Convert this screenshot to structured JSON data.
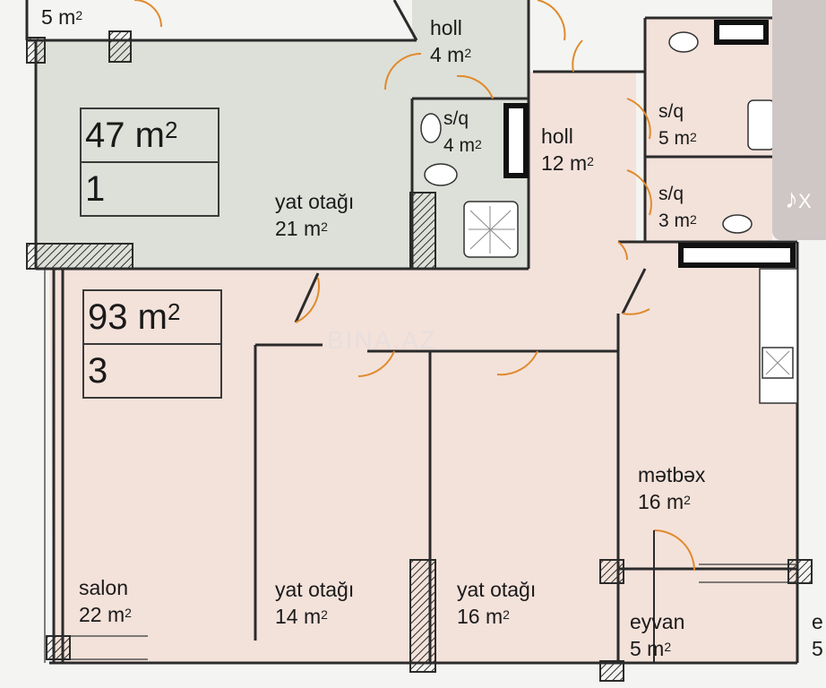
{
  "colors": {
    "apartment_1_fill": "#dde0d8",
    "apartment_3_fill": "#f3e2da",
    "wall": "#2b2b2b",
    "door_arc": "#e08a2c",
    "background": "#f4f4f2"
  },
  "apartments": [
    {
      "area": "47",
      "unit": "m",
      "exp": "2",
      "number": "1"
    },
    {
      "area": "93",
      "unit": "m",
      "exp": "2",
      "number": "3"
    }
  ],
  "rooms": [
    {
      "name": "",
      "area": "5 m",
      "exp": "2"
    },
    {
      "name": "holl",
      "area": "4 m",
      "exp": "2"
    },
    {
      "name": "s/q",
      "area": "4 m",
      "exp": "2"
    },
    {
      "name": "holl",
      "area": "12 m",
      "exp": "2"
    },
    {
      "name": "s/q",
      "area": "5 m",
      "exp": "2"
    },
    {
      "name": "s/q",
      "area": "3 m",
      "exp": "2"
    },
    {
      "name": "yat otağı",
      "area": "21 m",
      "exp": "2"
    },
    {
      "name": "mətbəx",
      "area": "16 m",
      "exp": "2"
    },
    {
      "name": "salon",
      "area": "22 m",
      "exp": "2"
    },
    {
      "name": "yat otağı",
      "area": "14 m",
      "exp": "2"
    },
    {
      "name": "yat otağı",
      "area": "16 m",
      "exp": "2"
    },
    {
      "name": "eyvan",
      "area": "5 m",
      "exp": "2"
    },
    {
      "name": "e",
      "area": "5",
      "exp": ""
    }
  ],
  "watermark": "BINA.AZ",
  "overlay": {
    "icon": "music-note-icon",
    "glyph": "♪",
    "text": "X"
  }
}
